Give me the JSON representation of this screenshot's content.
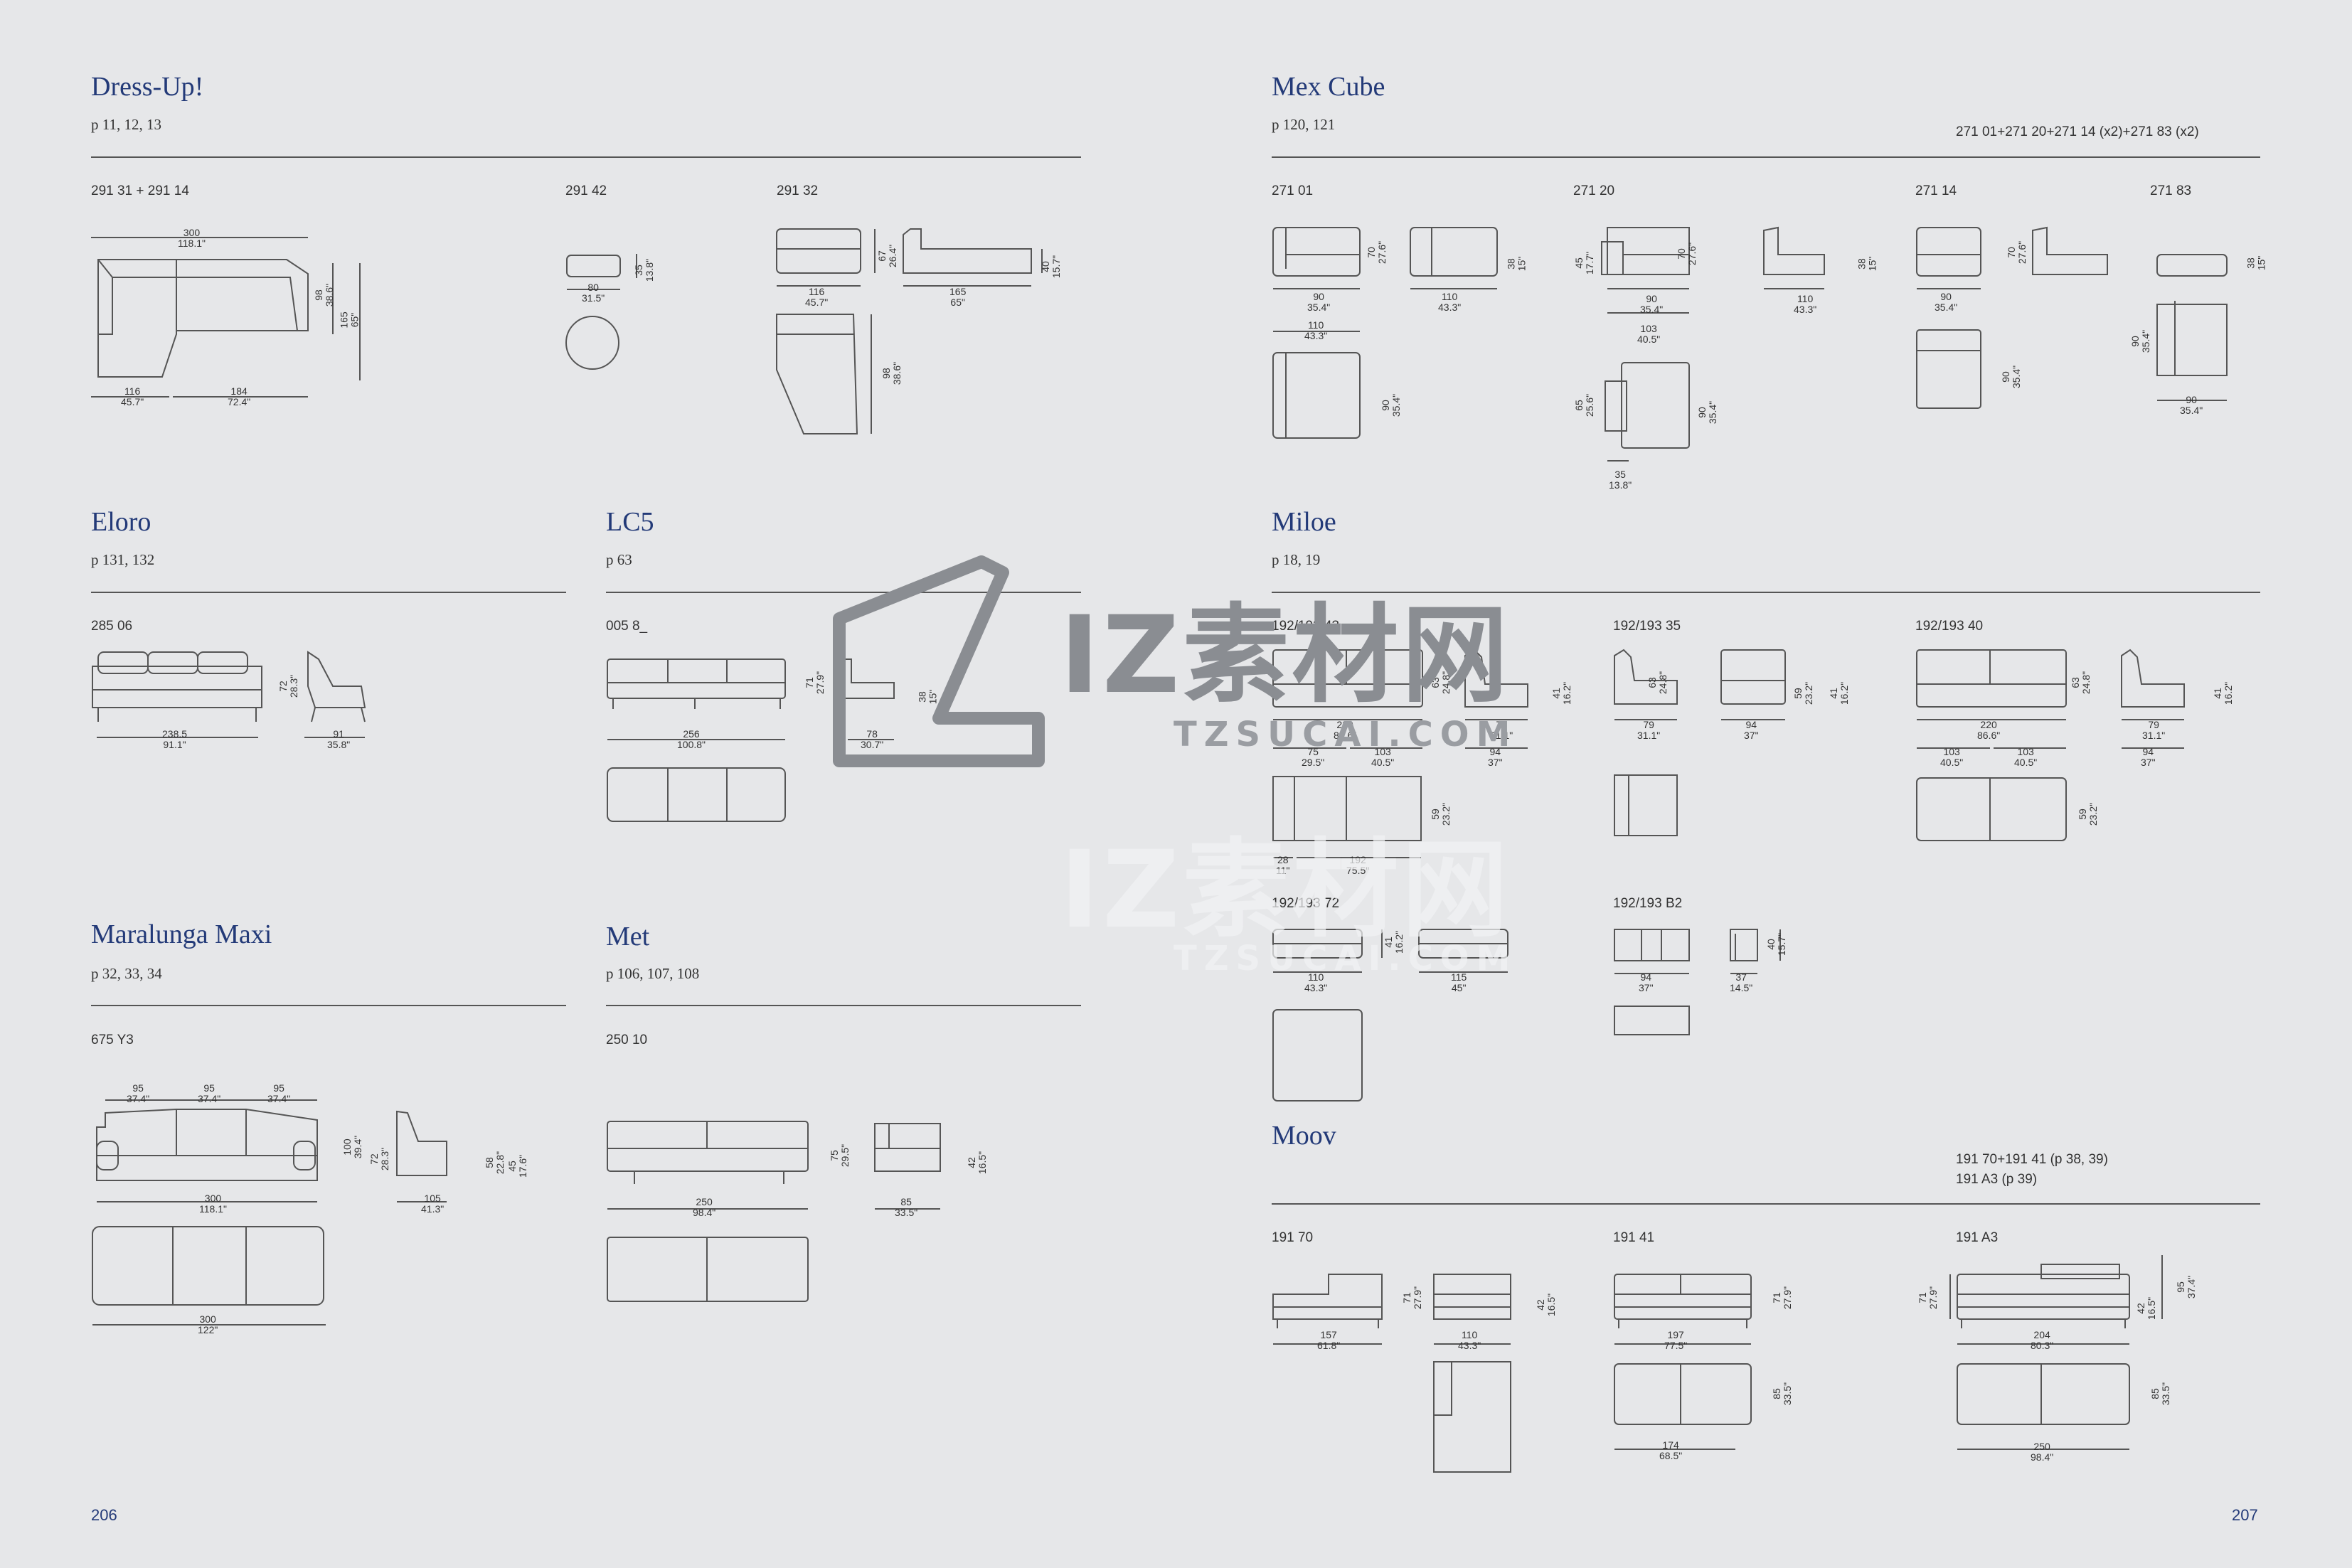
{
  "page_numbers": {
    "left": "206",
    "right": "207"
  },
  "dress_up": {
    "title": "Dress-Up!",
    "pages": "p 11, 12, 13",
    "codes": [
      "291 31 + 291 14",
      "291 42",
      "291 32"
    ],
    "d1": [
      "300",
      "118.1\""
    ],
    "d2": [
      "116",
      "45.7\""
    ],
    "d3": [
      "184",
      "72.4\""
    ],
    "d4": [
      "98",
      "38.6\""
    ],
    "d5": [
      "165",
      "65\""
    ],
    "d6": [
      "80",
      "31.5\""
    ],
    "d7": [
      "35",
      "13.8\""
    ],
    "d8": [
      "116",
      "45.7\""
    ],
    "d9": [
      "67",
      "26.4\""
    ],
    "d10": [
      "165",
      "65\""
    ],
    "d11": [
      "40",
      "15.7\""
    ],
    "d12": [
      "98",
      "38.6\""
    ]
  },
  "mex_cube": {
    "title": "Mex Cube",
    "pages": "p 120, 121",
    "note": "271 01+271 20+271 14 (x2)+271 83 (x2)",
    "codes": [
      "271 01",
      "271 20",
      "271 14",
      "271 83"
    ],
    "d1": [
      "70",
      "27.6\""
    ],
    "d2": [
      "90",
      "35.4\""
    ],
    "d3": [
      "110",
      "43.3\""
    ],
    "d4": [
      "38",
      "15\""
    ],
    "d5": [
      "110",
      "43.3\""
    ],
    "d6": [
      "90",
      "35.4\""
    ],
    "d7": [
      "45",
      "17.7\""
    ],
    "d8": [
      "70",
      "27.6\""
    ],
    "d9": [
      "90",
      "35.4\""
    ],
    "d10": [
      "103",
      "40.5\""
    ],
    "d11": [
      "110",
      "43.3\""
    ],
    "d12": [
      "38",
      "15\""
    ],
    "d13": [
      "65",
      "25.6\""
    ],
    "d14": [
      "90",
      "35.4\""
    ],
    "d15": [
      "35",
      "13.8\""
    ],
    "d16": [
      "70",
      "27.6\""
    ],
    "d17": [
      "90",
      "35.4\""
    ],
    "d18": [
      "90",
      "35.4\""
    ],
    "d19": [
      "38",
      "15\""
    ],
    "d20": [
      "90",
      "35.4\""
    ],
    "d21": [
      "90",
      "35.4\""
    ]
  },
  "eloro": {
    "title": "Eloro",
    "pages": "p 131, 132",
    "codes": [
      "285 06"
    ],
    "d1": [
      "72",
      "28.3\""
    ],
    "d2": [
      "238.5",
      "91.1\""
    ],
    "d3": [
      "91",
      "35.8\""
    ]
  },
  "lc5": {
    "title": "LC5",
    "pages": "p 63",
    "codes": [
      "005 8_"
    ],
    "d1": [
      "71",
      "27.9\""
    ],
    "d2": [
      "38",
      "15\""
    ],
    "d3": [
      "256",
      "100.8\""
    ],
    "d4": [
      "78",
      "30.7\""
    ]
  },
  "miloe": {
    "title": "Miloe",
    "pages": "p 18, 19",
    "codes": [
      "192/193 43",
      "192/193 35",
      "192/193 40",
      "192/193 72",
      "192/193 B2"
    ],
    "d1": [
      "63",
      "24.8\""
    ],
    "d2": [
      "41",
      "16.2\""
    ],
    "d3": [
      "220",
      "86.6\""
    ],
    "d4": [
      "75",
      "29.5\""
    ],
    "d5": [
      "103",
      "40.5\""
    ],
    "d6": [
      "79",
      "31.1\""
    ],
    "d7": [
      "94",
      "37\""
    ],
    "d8": [
      "59",
      "23.2\""
    ],
    "d9": [
      "28",
      "11\""
    ],
    "d10": [
      "192",
      "75.5\""
    ],
    "d11": [
      "63",
      "24.8\""
    ],
    "d12": [
      "59",
      "23.2\""
    ],
    "d13": [
      "41",
      "16.2\""
    ],
    "d14": [
      "79",
      "31.1\""
    ],
    "d15": [
      "94",
      "37\""
    ],
    "d16": [
      "63",
      "24.8\""
    ],
    "d17": [
      "41",
      "16.2\""
    ],
    "d18": [
      "220",
      "86.6\""
    ],
    "d19": [
      "79",
      "31.1\""
    ],
    "d20": [
      "103",
      "40.5\""
    ],
    "d21": [
      "103",
      "40.5\""
    ],
    "d22": [
      "94",
      "37\""
    ],
    "d23": [
      "59",
      "23.2\""
    ],
    "d24": [
      "41",
      "16.2\""
    ],
    "d25": [
      "110",
      "43.3\""
    ],
    "d26": [
      "115",
      "45\""
    ],
    "d27": [
      "40",
      "15.7\""
    ],
    "d28": [
      "94",
      "37\""
    ],
    "d29": [
      "37",
      "14.5\""
    ]
  },
  "maralunga": {
    "title": "Maralunga Maxi",
    "pages": "p 32, 33, 34",
    "codes": [
      "675 Y3"
    ],
    "d1": [
      "95",
      "37.4\""
    ],
    "d2": [
      "95",
      "37.4\""
    ],
    "d3": [
      "95",
      "37.4\""
    ],
    "d4": [
      "100",
      "39.4\""
    ],
    "d5": [
      "72",
      "28.3\""
    ],
    "d6": [
      "58",
      "22.8\""
    ],
    "d7": [
      "45",
      "17.6\""
    ],
    "d8": [
      "300",
      "118.1\""
    ],
    "d9": [
      "105",
      "41.3\""
    ],
    "d10": [
      "300",
      "122\""
    ]
  },
  "met": {
    "title": "Met",
    "pages": "p 106, 107, 108",
    "codes": [
      "250 10"
    ],
    "d1": [
      "75",
      "29.5\""
    ],
    "d2": [
      "42",
      "16.5\""
    ],
    "d3": [
      "250",
      "98.4\""
    ],
    "d4": [
      "85",
      "33.5\""
    ]
  },
  "moov": {
    "title": "Moov",
    "note1": "191 70+191 41 (p 38, 39)",
    "note2": "191 A3 (p 39)",
    "codes": [
      "191 70",
      "191 41",
      "191 A3"
    ],
    "d1": [
      "71",
      "27.9\""
    ],
    "d2": [
      "42",
      "16.5\""
    ],
    "d3": [
      "157",
      "61.8\""
    ],
    "d4": [
      "110",
      "43.3\""
    ],
    "d5": [
      "71",
      "27.9\""
    ],
    "d6": [
      "197",
      "77.5\""
    ],
    "d7": [
      "85",
      "33.5\""
    ],
    "d8": [
      "174",
      "68.5\""
    ],
    "d9": [
      "71",
      "27.9\""
    ],
    "d10": [
      "42",
      "16.5\""
    ],
    "d11": [
      "95",
      "37.4\""
    ],
    "d12": [
      "204",
      "80.3\""
    ],
    "d13": [
      "85",
      "33.5\""
    ],
    "d14": [
      "250",
      "98.4\""
    ]
  },
  "watermark": {
    "logo": "IZ素材网",
    "url": "TZSUCAI.COM"
  }
}
